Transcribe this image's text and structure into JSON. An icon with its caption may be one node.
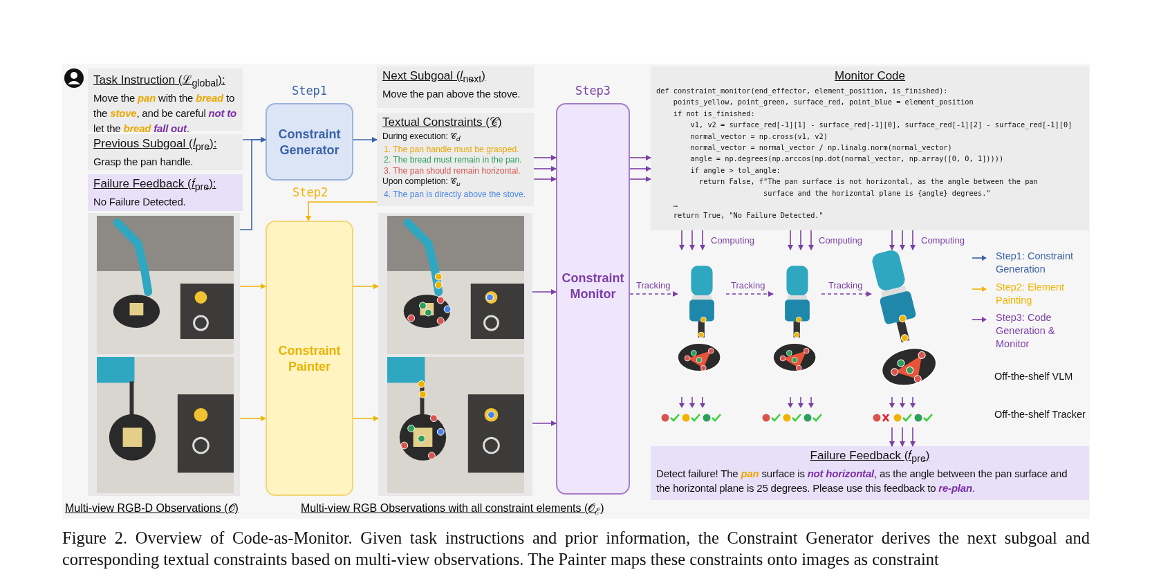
{
  "diagram": {
    "caption": "Figure 2. Overview of Code-as-Monitor. Given task instructions and prior information, the Constraint Generator derives the next subgoal and corresponding textual constraints based on multi-view observations. The Painter maps these constraints onto images as constraint",
    "nodes": [
      {
        "text": [
          "Task Instruction (ℒ$_{global}$):",
          "Move the **pan** with the **bread** to the **stove**, and be careful *not to* let the **bread** *fall out*."
        ]
      },
      {
        "text": [
          "Previous Subgoal (𝑙$_{pre}$):",
          "Grasp the pan handle."
        ]
      },
      {
        "text": [
          "Failure Feedback (𝑓$_{pre}$):",
          "No Failure Detected."
        ]
      },
      {
        "text": [
          "Multi-view RGB-D Observations (𝒪)"
        ]
      },
      {
        "text": [],
        "shape": "picture",
        "in": 3
      },
      {
        "text": [],
        "shape": "picture",
        "in": 3
      },
      {
        "text": [
          "Constraint Generator"
        ],
        "beside": [
          "Step1"
        ]
      },
      {
        "text": [
          "Constraint Painter"
        ]
      },
      {
        "text": [
          "Next Subgoal (𝑙$_{next}$)",
          "Move the pan above the stove."
        ]
      },
      {
        "text": [
          "Textual Constraints (𝒞)",
          "During execution: 𝒞$_{𝑑}$",
          "1. The pan handle must be grasped.",
          "2. The bread must remain in the pan.",
          "3. The pan should remain horizontal.",
          "Upon completion: 𝒞$_{𝑢}$",
          "4. The pan is directly above the stove."
        ]
      },
      {
        "text": [
          "Multi-view RGB Observations with all constraint elements (𝒪$_{ℰ}$)"
        ]
      },
      {
        "text": [],
        "shape": "picture",
        "in": 10
      },
      {
        "text": [],
        "shape": "picture",
        "in": 10
      },
      {
        "text": [
          "Constraint Monitor"
        ],
        "beside": [
          "Step3"
        ]
      },
      {
        "text": [
          "Monitor Code",
          "def constraint_monitor(end_effector, element_position, is_finished):",
          "    points_yellow, point_green, surface_red, point_blue = element_position",
          "    if not is_finished:",
          "        v1, v2 = surface_red[-1][1] - surface_red[-1][0], surface_red[-1][2] - surface_red[-1][0]",
          "        normal_vector = np.cross(v1, v2)",
          "        normal_vector = normal_vector / np.linalg.norm(normal_vector)",
          "        angle = np.degrees(np.arccos(np.dot(normal_vector, np.array([0, 0, 1]))))",
          "        if angle > tol_angle:",
          "          return False, f\"The pan surface is not horizontal, as the angle between the pan",
          "                         surface and the horizontal plane is {angle} degrees.\"",
          "    …",
          "    return True, \"No Failure Detected.\""
        ]
      },
      {
        "text": [],
        "shape": "picture"
      },
      {
        "text": [],
        "shape": "picture"
      },
      {
        "text": [],
        "shape": "picture"
      },
      {
        "text": [
          "Failure Feedback (𝑓$_{pre}$)",
          "Detect failure! The **pan** surface is *not horizontal*, as the angle between the pan surface and the horizontal plane is 25 degrees. Please use this feedback to *re-plan*."
        ]
      }
    ],
    "edges": [
      {
        "from": 1,
        "to": 6,
        "arrow": "to",
        "color": "#3a62a8"
      },
      {
        "from": 3,
        "to": 6,
        "arrow": "to",
        "color": "#3a62a8"
      },
      {
        "from": 6,
        "to": 9,
        "arrow": "to",
        "color": "#3a62a8"
      },
      {
        "from": 9,
        "to": 7,
        "arrow": "to",
        "color": "#f0b400"
      },
      {
        "from": 4,
        "to": 7,
        "arrow": "to",
        "color": "#f0b400"
      },
      {
        "from": 5,
        "to": 7,
        "arrow": "to",
        "color": "#f0b400"
      },
      {
        "from": 7,
        "to": 11,
        "arrow": "to",
        "color": "#f0b400"
      },
      {
        "from": 7,
        "to": 12,
        "arrow": "to",
        "color": "#f0b400"
      },
      {
        "from": 9,
        "to": 13,
        "arrow": "to"
      },
      {
        "from": 11,
        "to": 13,
        "arrow": "to"
      },
      {
        "from": 12,
        "to": 13,
        "arrow": "to"
      },
      {
        "from": 13,
        "to": 14,
        "arrow": "to"
      },
      {
        "from": 14,
        "to": 15,
        "arrow": "to",
        "label": "Computing"
      },
      {
        "from": 14,
        "to": 16,
        "arrow": "to",
        "label": "Computing"
      },
      {
        "from": 14,
        "to": 17,
        "arrow": "to",
        "label": "Computing"
      },
      {
        "from": 13,
        "to": 15,
        "arrow": "to",
        "style": "dashed",
        "label": "Tracking"
      },
      {
        "from": 15,
        "to": 16,
        "arrow": "to",
        "style": "dashed",
        "label": "Tracking"
      },
      {
        "from": 16,
        "to": 17,
        "arrow": "to",
        "style": "dashed",
        "label": "Tracking"
      },
      {
        "from": 17,
        "to": 18,
        "arrow": "to"
      }
    ],
    "labels": [
      "Step2",
      "Off-the-shelf VLM",
      "Off-the-shelf Tracker"
    ],
    "legend": [
      {
        "text": "Step1: Constraint Generation"
      },
      {
        "text": "Step2: Element Painting"
      },
      {
        "text": "Step3: Code Generation & Monitor"
      }
    ]
  }
}
